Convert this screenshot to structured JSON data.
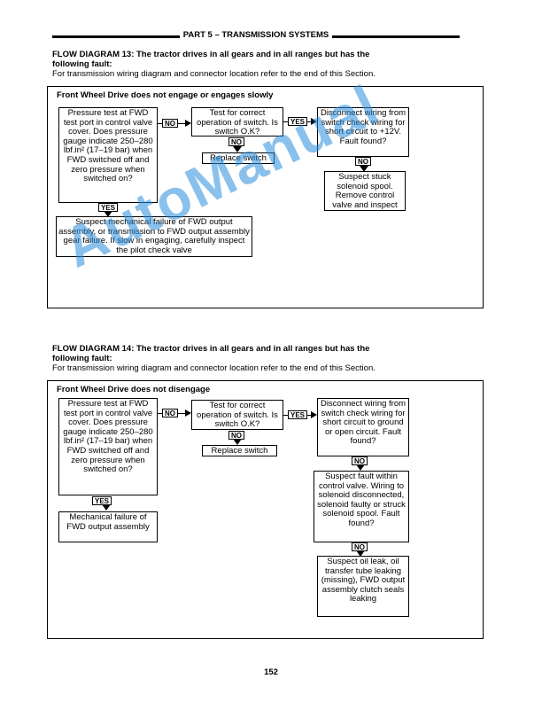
{
  "header": {
    "title": "PART 5 – TRANSMISSION SYSTEMS"
  },
  "diagram13": {
    "title_line1": "FLOW DIAGRAM 13:  The tractor drives in all gears and in all ranges but has the",
    "title_line2": "following fault:",
    "note": "For transmission wiring diagram and connector location refer to the end of this Section.",
    "frame_title": "Front Wheel Drive does not engage or engages slowly",
    "box_pressure": "Pressure test at FWD test port in control valve cover. Does pressure gauge indicate 250–280 lbf.in² (17–19 bar) when FWD switched off and zero pressure when switched on?",
    "box_switch": "Test for correct operation of switch. Is switch O.K?",
    "box_replace": "Replace switch",
    "box_disconnect": "Disconnect wiring from switch check wiring for short circuit to +12V. Fault found?",
    "box_spool": "Suspect stuck solenoid spool. Remove control valve and inspect",
    "box_mechanical": "Suspect mechanical failure of FWD output assembly, or transmission to FWD output assembly gear failure.  If slow in engaging, carefully inspect the pilot check valve",
    "tag_no1": "NO",
    "tag_yes1": "YES",
    "tag_no2": "NO",
    "tag_no3": "NO",
    "tag_yes2": "YES"
  },
  "diagram14": {
    "title_line1": "FLOW DIAGRAM 14:  The tractor drives in all gears and in all ranges but has the",
    "title_line2": "following fault:",
    "note": "For transmission wiring diagram and connector location refer to the end of this Section.",
    "frame_title": "Front Wheel Drive does not disengage",
    "box_pressure": "Pressure test at FWD test port in control valve cover. Does pressure gauge indicate 250–280 lbf.in² (17–19 bar) when FWD switched off and zero pressure when switched on?",
    "box_switch": "Test for correct operation of switch. Is switch O.K?",
    "box_replace": "Replace switch",
    "box_disconnect": "Disconnect wiring from switch check wiring for short circuit to ground or open circuit. Fault found?",
    "box_control": "Suspect fault within control valve. Wiring to solenoid disconnected, solenoid faulty or struck solenoid spool.  Fault found?",
    "box_oil": "Suspect oil leak, oil transfer tube leaking (missing), FWD output assembly clutch seals leaking",
    "box_mechanical": "Mechanical failure of FWD output assembly",
    "tag_no1": "NO",
    "tag_yes1": "YES",
    "tag_no2": "NO",
    "tag_no3": "NO",
    "tag_no4": "NO",
    "tag_yes2": "YES"
  },
  "watermark": "AutoManual",
  "page_number": "152"
}
